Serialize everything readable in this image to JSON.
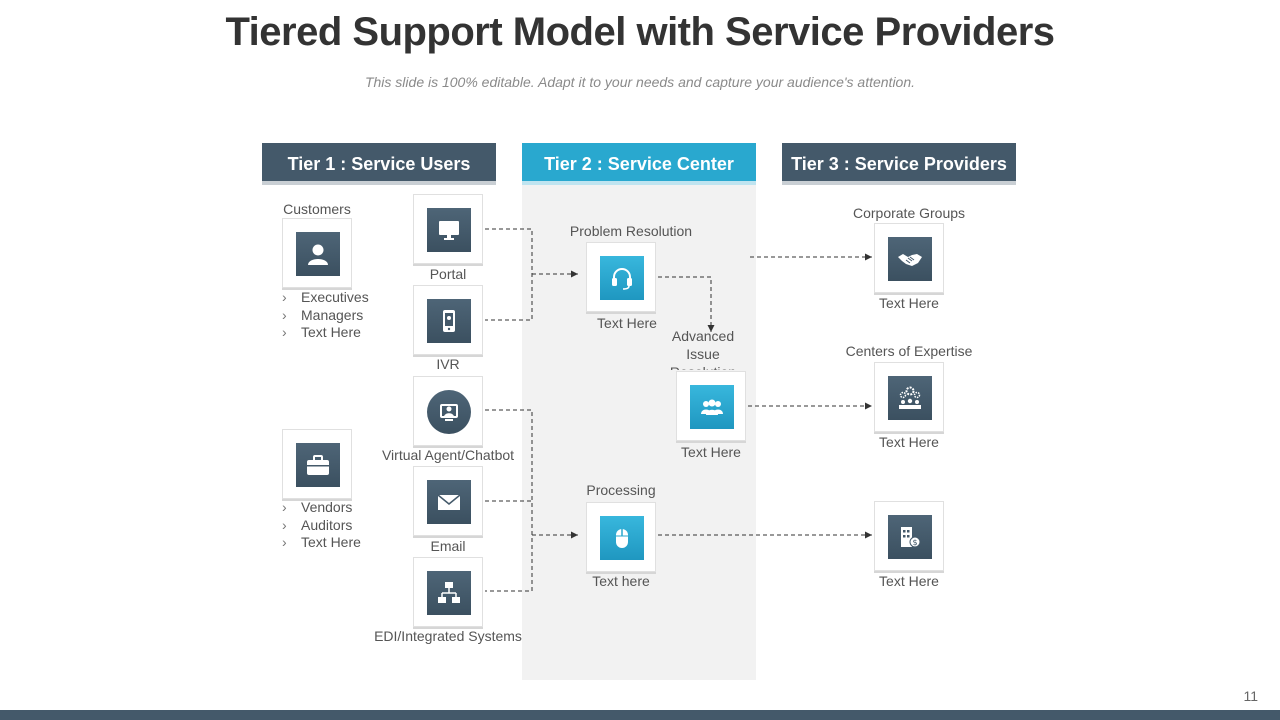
{
  "title": "Tiered Support Model with Service Providers",
  "subtitle": "This slide is 100% editable. Adapt it to your needs and capture your audience's attention.",
  "tiers": {
    "tier1": "Tier 1 : Service Users",
    "tier2": "Tier 2 : Service Center",
    "tier3": "Tier 3 : Service Providers"
  },
  "users": {
    "customers": {
      "label": "Customers",
      "icon": "user-icon",
      "bullets": [
        "Executives",
        "Managers",
        "Text Here"
      ]
    },
    "vendors": {
      "icon": "briefcase-icon",
      "bullets": [
        "Vendors",
        "Auditors",
        "Text Here"
      ]
    }
  },
  "channels": [
    {
      "label": "Portal",
      "icon": "monitor-icon"
    },
    {
      "label": "IVR",
      "icon": "phone-icon"
    },
    {
      "label": "Virtual Agent/Chatbot",
      "icon": "chatbot-icon"
    },
    {
      "label": "Email",
      "icon": "envelope-icon"
    },
    {
      "label": "EDI/Integrated Systems",
      "icon": "network-icon"
    }
  ],
  "service_center": {
    "problem_resolution": {
      "title": "Problem Resolution",
      "caption": "Text Here",
      "icon": "headset-icon"
    },
    "advanced_issue": {
      "title": "Advanced Issue Resolution",
      "caption": "Text Here",
      "icon": "team-icon"
    },
    "processing": {
      "title": "Processing",
      "caption": "Text here",
      "icon": "mouse-icon"
    }
  },
  "providers": {
    "corporate": {
      "title": "Corporate Groups",
      "caption": "Text Here",
      "icon": "handshake-icon"
    },
    "expertise": {
      "title": "Centers of Expertise",
      "caption": "Text Here",
      "icon": "gears-team-icon"
    },
    "finance": {
      "caption": "Text Here",
      "icon": "building-dollar-icon"
    }
  },
  "bullet_glyph": "›",
  "page_number": "11",
  "colors": {
    "dark": "#44596a",
    "blue": "#29a8cf",
    "band": "#f2f2f2"
  }
}
